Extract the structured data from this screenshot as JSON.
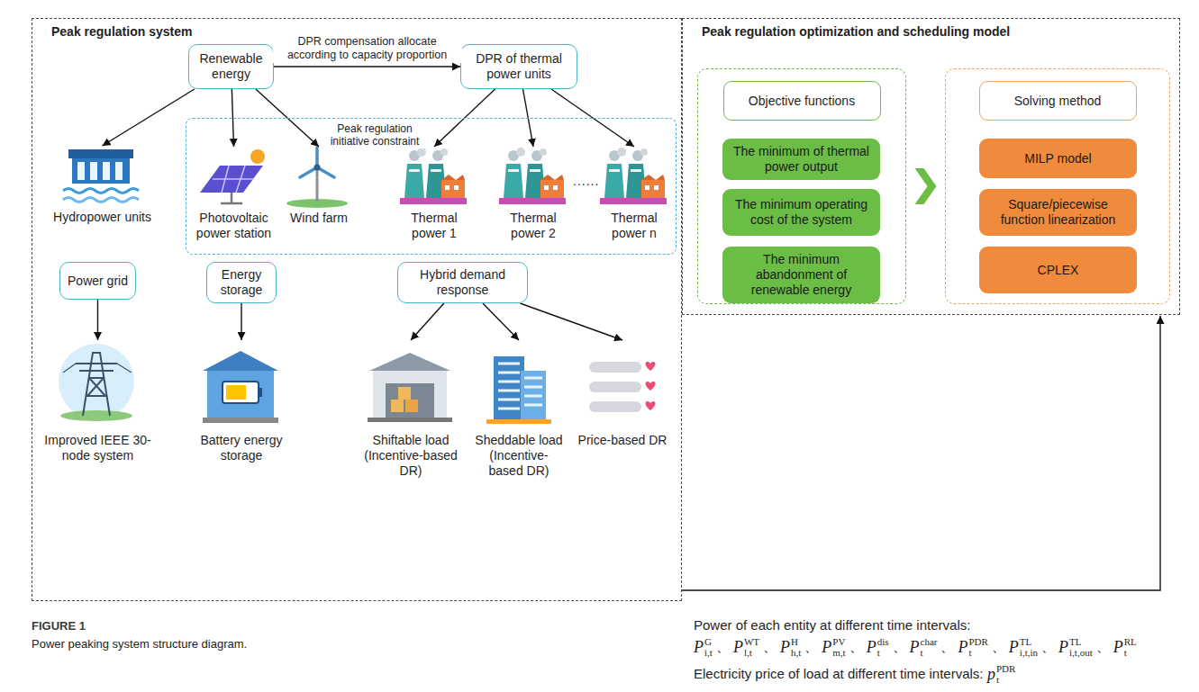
{
  "diagram": {
    "caption": "Power peaking system structure diagram.",
    "nodes": [
      {
        "text": [
          "Peak regulation system"
        ]
      },
      {
        "text": [
          "Renewable energy"
        ],
        "in": 0
      },
      {
        "text": [
          "DPR of thermal power units"
        ],
        "in": 0
      },
      {
        "text": [
          "Hydropower units"
        ],
        "in": 0
      },
      {
        "text": [
          "Peak regulation initiative constraint"
        ],
        "in": 0
      },
      {
        "text": [
          "Photovoltaic power station"
        ],
        "in": 4
      },
      {
        "text": [
          "Wind farm"
        ],
        "in": 4
      },
      {
        "text": [
          "Thermal power 1"
        ],
        "in": 4
      },
      {
        "text": [
          "Thermal power 2"
        ],
        "in": 4
      },
      {
        "text": [
          "Thermal power n"
        ],
        "in": 4
      },
      {
        "text": [
          "Power grid"
        ],
        "in": 0
      },
      {
        "text": [
          "Energy storage"
        ],
        "in": 0
      },
      {
        "text": [
          "Hybrid demand response"
        ],
        "in": 0
      },
      {
        "text": [
          "Improved IEEE 30-node system"
        ],
        "in": 0
      },
      {
        "text": [
          "Battery energy storage"
        ],
        "in": 0
      },
      {
        "text": [
          "Shiftable load (Incentive-based DR)"
        ],
        "in": 0
      },
      {
        "text": [
          "Sheddable load (Incentive-based DR)"
        ],
        "in": 0
      },
      {
        "text": [
          "Price-based DR"
        ],
        "in": 0
      },
      {
        "text": [
          "Peak regulation optimization and scheduling model"
        ]
      },
      {
        "text": [
          "Objective functions"
        ],
        "in": 18
      },
      {
        "text": [
          "The minimum of thermal power output"
        ],
        "in": 19
      },
      {
        "text": [
          "The minimum operating cost of the system"
        ],
        "in": 19
      },
      {
        "text": [
          "The minimum abandonment of renewable energy"
        ],
        "in": 19
      },
      {
        "text": [
          "Solving method"
        ],
        "in": 18
      },
      {
        "text": [
          "MILP model"
        ],
        "in": 23
      },
      {
        "text": [
          "Square/piecewise function linearization"
        ],
        "in": 23
      },
      {
        "text": [
          "CPLEX"
        ],
        "in": 23
      }
    ],
    "edges": [
      {
        "from": 1,
        "to": 2,
        "arrow": "to",
        "label": "DPR compensation allocate according to capacity proportion"
      },
      {
        "from": 1,
        "to": 3,
        "arrow": "to"
      },
      {
        "from": 1,
        "to": 5,
        "arrow": "to"
      },
      {
        "from": 1,
        "to": 6,
        "arrow": "to"
      },
      {
        "from": 2,
        "to": 7,
        "arrow": "to"
      },
      {
        "from": 2,
        "to": 8,
        "arrow": "to"
      },
      {
        "from": 2,
        "to": 9,
        "arrow": "to"
      },
      {
        "from": 10,
        "to": 13,
        "arrow": "to"
      },
      {
        "from": 11,
        "to": 14,
        "arrow": "to"
      },
      {
        "from": 12,
        "to": 15,
        "arrow": "to"
      },
      {
        "from": 12,
        "to": 16,
        "arrow": "to"
      },
      {
        "from": 12,
        "to": 17,
        "arrow": "to"
      },
      {
        "from": 19,
        "to": 23,
        "arrow": "to"
      },
      {
        "from": 0,
        "to": 18,
        "arrow": "to"
      }
    ],
    "labels": [
      "......",
      "Power of each entity at different time intervals:",
      "P",
      "G",
      "i,t",
      "、",
      "P",
      "WT",
      "l,t",
      "、",
      "P",
      "H",
      "h,t",
      "、",
      "P",
      "PV",
      "m,t",
      "、",
      "P",
      "dis",
      "t",
      "、",
      "P",
      "char",
      "t",
      "、",
      "P",
      "PDR",
      "t",
      "、",
      "P",
      "TL",
      "i,t,in",
      "、",
      "P",
      "TL",
      "i,t,out",
      "、",
      "P",
      "RL",
      "t",
      "Electricity price of load at different time intervals:",
      "p",
      "PDR",
      "t",
      "FIGURE 1"
    ]
  }
}
